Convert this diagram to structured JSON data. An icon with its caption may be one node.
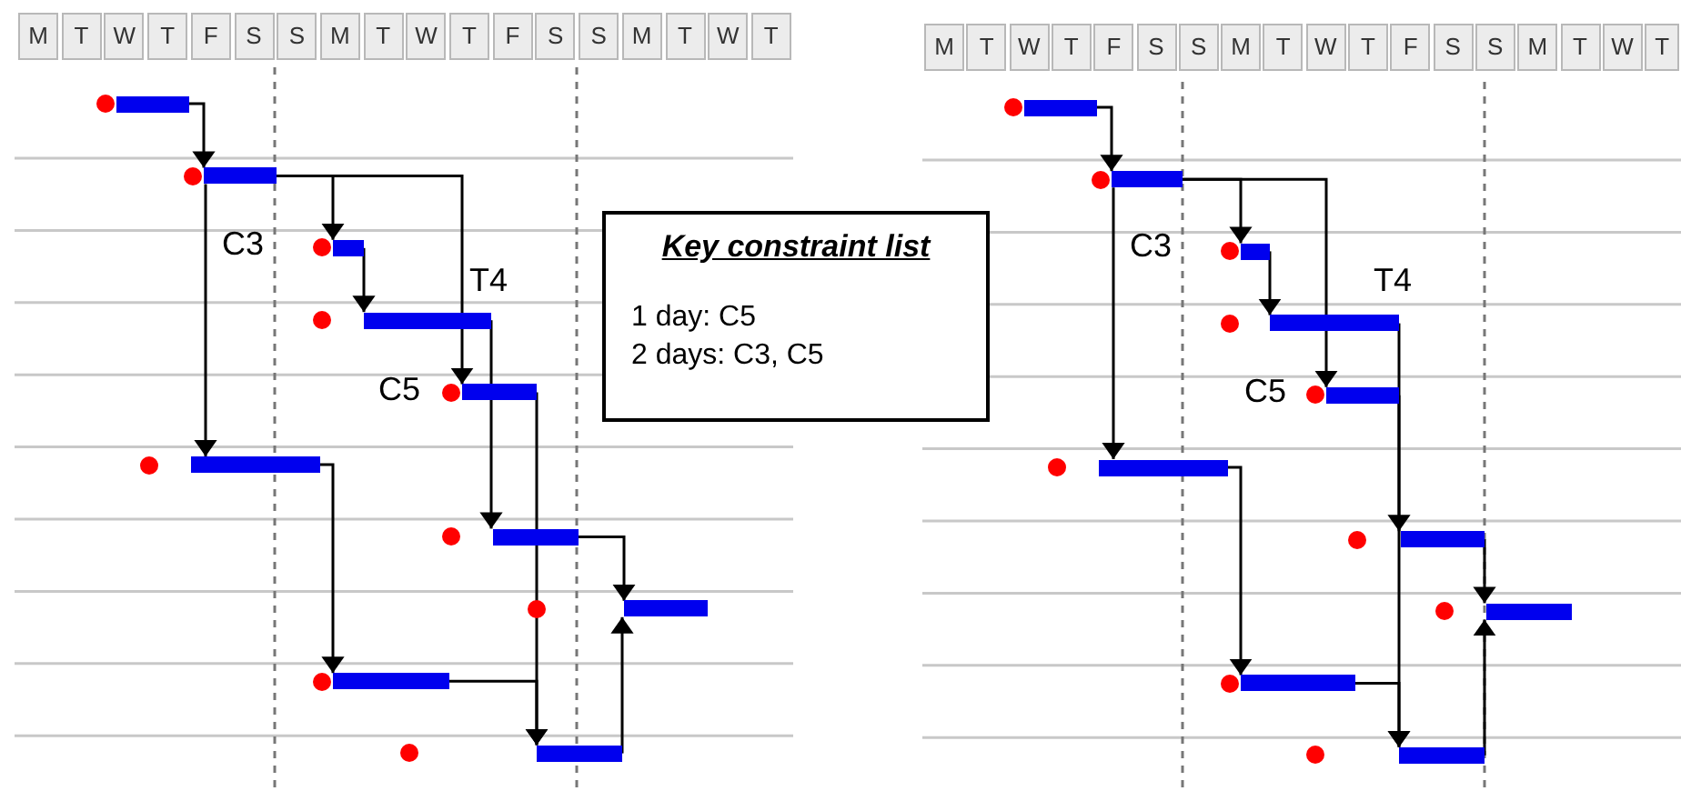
{
  "diagram": {
    "nodes": [
      {
        "text": [],
        "shape": "bar"
      },
      {
        "text": [],
        "shape": "bar"
      },
      {
        "text": [],
        "shape": "bar"
      },
      {
        "text": [],
        "shape": "bar"
      },
      {
        "text": [],
        "shape": "bar"
      },
      {
        "text": [],
        "shape": "bar"
      },
      {
        "text": [],
        "shape": "bar"
      },
      {
        "text": [],
        "shape": "bar"
      },
      {
        "text": [],
        "shape": "bar"
      },
      {
        "text": [],
        "shape": "bar"
      },
      {
        "text": [
          "Key constraint list",
          "1 day: C5",
          "2 days: C3, C5"
        ]
      },
      {
        "text": [],
        "shape": "bar"
      },
      {
        "text": [],
        "shape": "bar"
      },
      {
        "text": [],
        "shape": "bar"
      },
      {
        "text": [],
        "shape": "bar"
      },
      {
        "text": [],
        "shape": "bar"
      },
      {
        "text": [],
        "shape": "bar"
      },
      {
        "text": [],
        "shape": "bar"
      },
      {
        "text": [],
        "shape": "bar"
      },
      {
        "text": [],
        "shape": "bar"
      },
      {
        "text": [],
        "shape": "bar"
      }
    ],
    "edges": [
      {
        "from": 0,
        "to": 1,
        "arrow": "to"
      },
      {
        "from": 1,
        "to": 2,
        "arrow": "to"
      },
      {
        "from": 1,
        "to": 4,
        "arrow": "to"
      },
      {
        "from": 1,
        "to": 5,
        "arrow": "to"
      },
      {
        "from": 2,
        "to": 3,
        "arrow": "to"
      },
      {
        "from": 3,
        "to": 6,
        "arrow": "to"
      },
      {
        "from": 4,
        "to": 9,
        "arrow": "to"
      },
      {
        "from": 5,
        "to": 8,
        "arrow": "to"
      },
      {
        "from": 8,
        "to": 9,
        "arrow": "to"
      },
      {
        "from": 6,
        "to": 7,
        "arrow": "to"
      },
      {
        "from": 9,
        "to": 7,
        "arrow": "to"
      },
      {
        "from": 11,
        "to": 12,
        "arrow": "to"
      },
      {
        "from": 12,
        "to": 13,
        "arrow": "to"
      },
      {
        "from": 12,
        "to": 15,
        "arrow": "to"
      },
      {
        "from": 12,
        "to": 16,
        "arrow": "to"
      },
      {
        "from": 13,
        "to": 14,
        "arrow": "to"
      },
      {
        "from": 14,
        "to": 17,
        "arrow": "to"
      },
      {
        "from": 15,
        "to": 20,
        "arrow": "to"
      },
      {
        "from": 16,
        "to": 19,
        "arrow": "to"
      },
      {
        "from": 19,
        "to": 20,
        "arrow": "to"
      },
      {
        "from": 17,
        "to": 18,
        "arrow": "to"
      },
      {
        "from": 20,
        "to": 18,
        "arrow": "to"
      }
    ],
    "labels": [
      "M",
      "T",
      "W",
      "T",
      "F",
      "S",
      "S",
      "M",
      "T",
      "W",
      "T",
      "F",
      "S",
      "S",
      "M",
      "T",
      "W",
      "T",
      "C3",
      "T4",
      "C5",
      "M",
      "T",
      "W",
      "T",
      "F",
      "S",
      "S",
      "M",
      "T",
      "W",
      "T",
      "F",
      "S",
      "S",
      "M",
      "T",
      "W",
      "T",
      "C3",
      "T4",
      "C5"
    ]
  }
}
